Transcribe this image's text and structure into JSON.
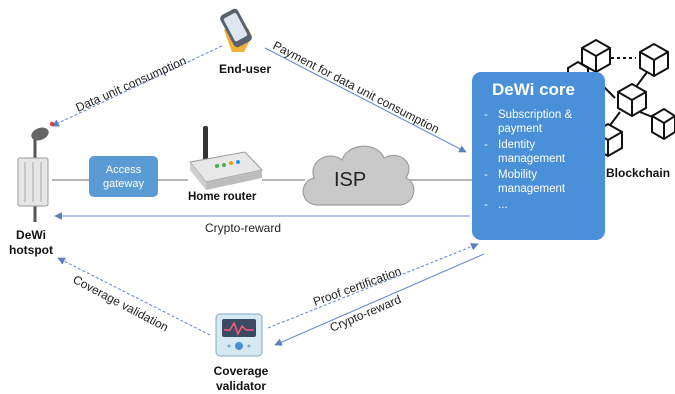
{
  "nodes": {
    "end_user": "End-user",
    "dewi_core": {
      "title": "DeWi core",
      "items": [
        "Subscription & payment",
        "Identity management",
        "Mobility management",
        "..."
      ]
    },
    "blockchain": "Blockchain",
    "access_gateway": "Access gateway",
    "home_router": "Home router",
    "isp": "ISP",
    "dewi_hotspot": [
      "DeWi",
      "hotspot"
    ],
    "coverage_validator": [
      "Coverage",
      "validator"
    ]
  },
  "edges": {
    "data_unit_consumption": "Data unit consumption",
    "payment": "Payment for data unit consumption",
    "crypto_reward_hotspot": "Crypto-reward",
    "coverage_validation": "Coverage validation",
    "proof_certification": "Proof certification",
    "crypto_reward_validator": "Crypto-reward"
  },
  "colors": {
    "core": "#4a90d9",
    "gateway": "#5b9bd5",
    "arrow": "#6b8fc9",
    "cloud": "#c9c9c9"
  },
  "icons": {
    "end_user": "smartphone-icon",
    "blockchain": "blockchain-cubes-icon",
    "home_router": "router-icon",
    "hotspot": "antenna-tower-icon",
    "validator": "monitor-device-icon"
  }
}
